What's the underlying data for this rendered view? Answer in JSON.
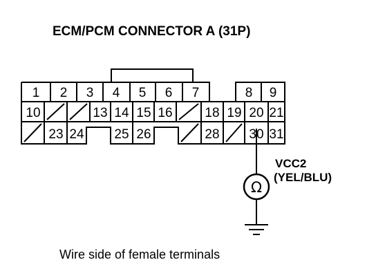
{
  "title": "ECM/PCM CONNECTOR A (31P)",
  "caption": "Wire side of female terminals",
  "signal": {
    "name": "VCC2",
    "wire_color": "(YEL/BLU)",
    "probe_terminal": "30"
  },
  "meter": {
    "symbol": "Ω",
    "icon": "ohmmeter-icon"
  },
  "ground": {
    "icon": "ground-icon"
  },
  "connector": {
    "rows": [
      [
        "1",
        "2",
        "3",
        "4",
        "5",
        "6",
        "7",
        "",
        "8",
        "9"
      ],
      [
        "10",
        "",
        "",
        "13",
        "14",
        "15",
        "16",
        "",
        "18",
        "19",
        "20",
        "21"
      ],
      [
        "",
        "23",
        "24",
        "",
        "25",
        "26",
        "",
        "28",
        "",
        "30",
        "31"
      ]
    ],
    "blank_cavities": "diagonal slash"
  }
}
